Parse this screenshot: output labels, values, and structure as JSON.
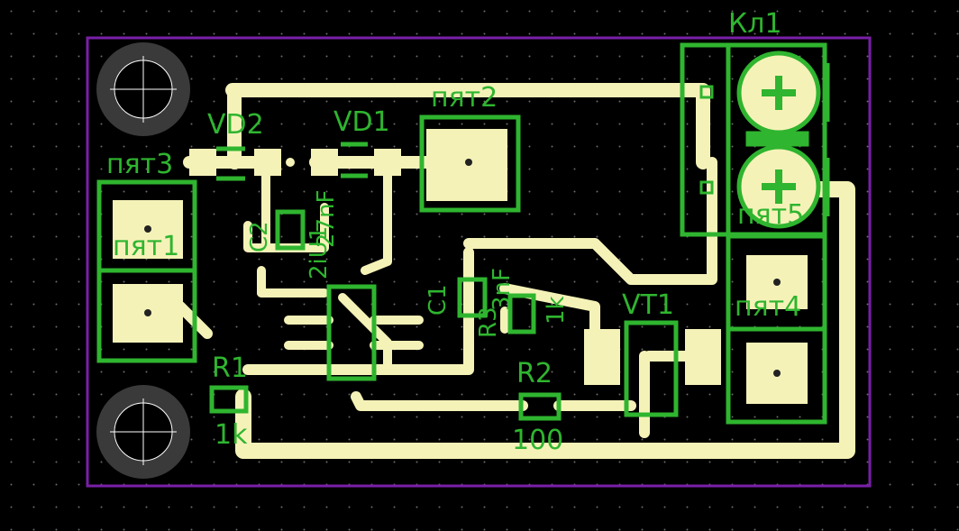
{
  "colors": {
    "background": "#000000",
    "board_outline": "#7a1fa8",
    "copper": "#f5f2b8",
    "silkscreen": "#2fb52f",
    "grid_dot": "#6a6a6a",
    "mount_hole": "#3a3a3a"
  },
  "labels": {
    "kl1": "Кл1",
    "pyat2": "пят2",
    "vd2": "VD2",
    "vd1": "VD1",
    "pyat3": "пят3",
    "pyat1": "пят1",
    "c2": "C2",
    "c2_val": "27nF",
    "u1": "2iU1",
    "c1": "C1",
    "c1_val": "3nF",
    "r3": "R3",
    "r3_val": "1k",
    "vt1": "VT1",
    "pyat5": "пят5",
    "pyat4": "пят4",
    "r1": "R1",
    "r1_val": "1k",
    "r2": "R2",
    "r2_val": "100"
  }
}
